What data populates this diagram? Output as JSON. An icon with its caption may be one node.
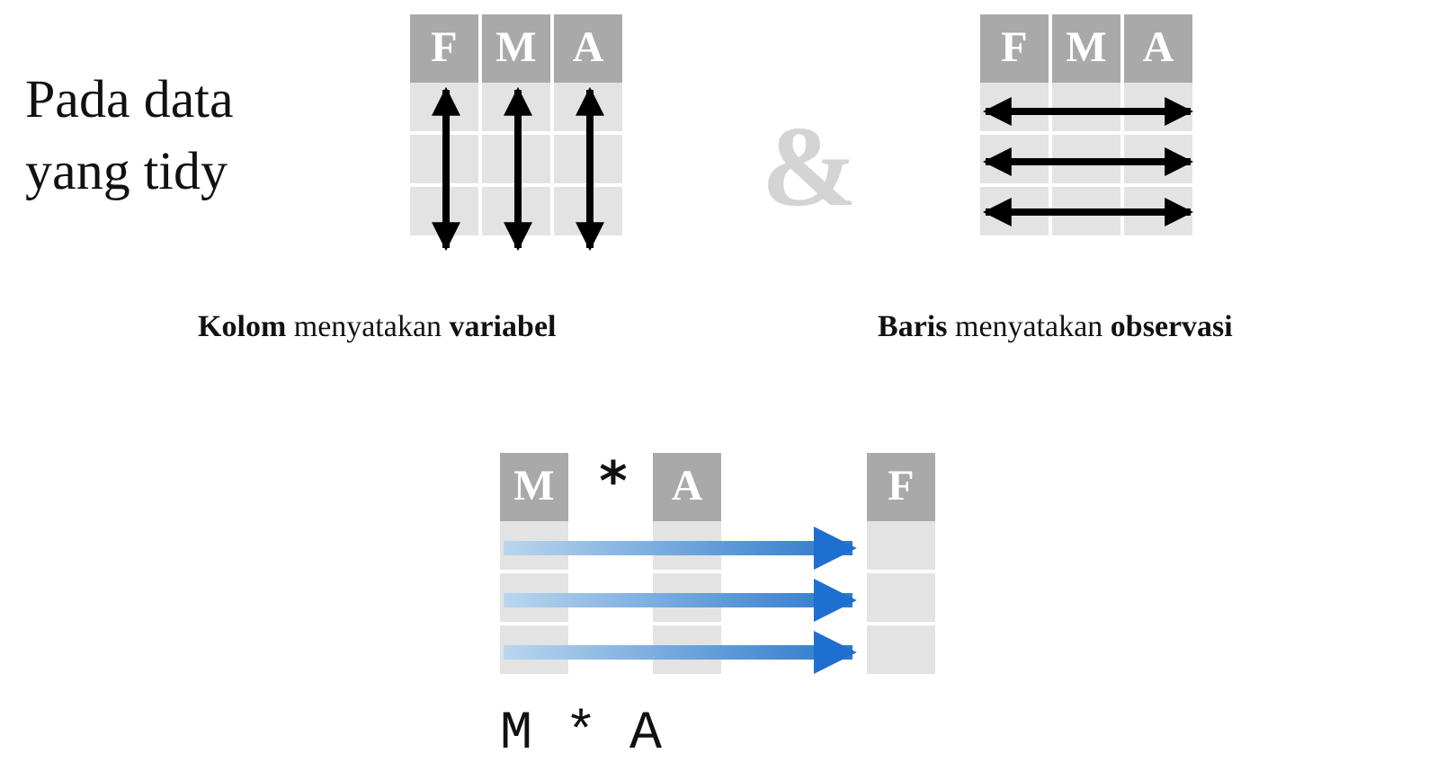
{
  "diagram": {
    "labels": [
      "Pada data yang tidy",
      "F",
      "M",
      "A",
      "&",
      "F",
      "M",
      "A",
      "**Kolom** menyatakan **variabel**",
      "**Baris** menyatakan **observasi**",
      "M",
      "*",
      "A",
      "F",
      "M * A"
    ]
  }
}
